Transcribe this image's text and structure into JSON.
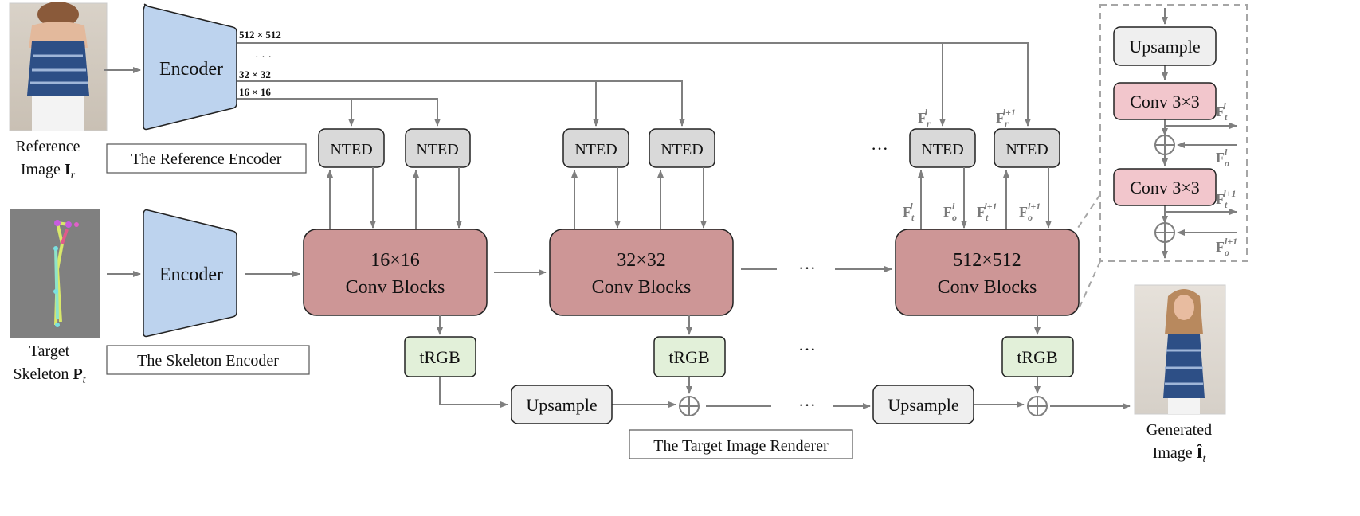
{
  "encoders": {
    "reference": {
      "label": "Encoder",
      "caption": "The Reference Encoder"
    },
    "skeleton": {
      "label": "Encoder",
      "caption": "The Skeleton Encoder"
    }
  },
  "inputs": {
    "reference_line1": "Reference",
    "reference_line2": "Image",
    "reference_symbol": "I",
    "reference_sub": "r",
    "target_line1": "Target",
    "target_line2": "Skeleton",
    "target_symbol": "P",
    "target_sub": "t"
  },
  "resolutions": [
    "512 × 512",
    "· · ·",
    "32 × 32",
    "16 × 16"
  ],
  "nted_label": "NTED",
  "ellipsis": "···",
  "conv_blocks": [
    {
      "size": "16×16",
      "name": "Conv Blocks"
    },
    {
      "size": "32×32",
      "name": "Conv Blocks"
    },
    {
      "size": "512×512",
      "name": "Conv Blocks"
    }
  ],
  "trgb_label": "tRGB",
  "upsample_label": "Upsample",
  "renderer_caption": "The Target Image Renderer",
  "output": {
    "line1": "Generated",
    "line2": "Image",
    "symbol": "Î",
    "sub": "t"
  },
  "feature_labels": {
    "F": "F",
    "r_l": "r",
    "r_l_sup": "l",
    "r_l1_sup": "l+1",
    "t": "t",
    "o": "o",
    "sup_l": "l",
    "sup_l1": "l+1"
  },
  "detail": {
    "upsample": "Upsample",
    "conv1": "Conv 3×3",
    "conv2": "Conv 3×3"
  },
  "colors": {
    "encoder_fill": "#bdd3ee",
    "conv_fill": "#cd9696",
    "nted_fill": "#d9d9d9",
    "trgb_fill": "#e2f0d9",
    "upsample_fill": "#efefef",
    "detail_conv_fill": "#f2c6cc",
    "arrow": "#7f7f7f"
  }
}
